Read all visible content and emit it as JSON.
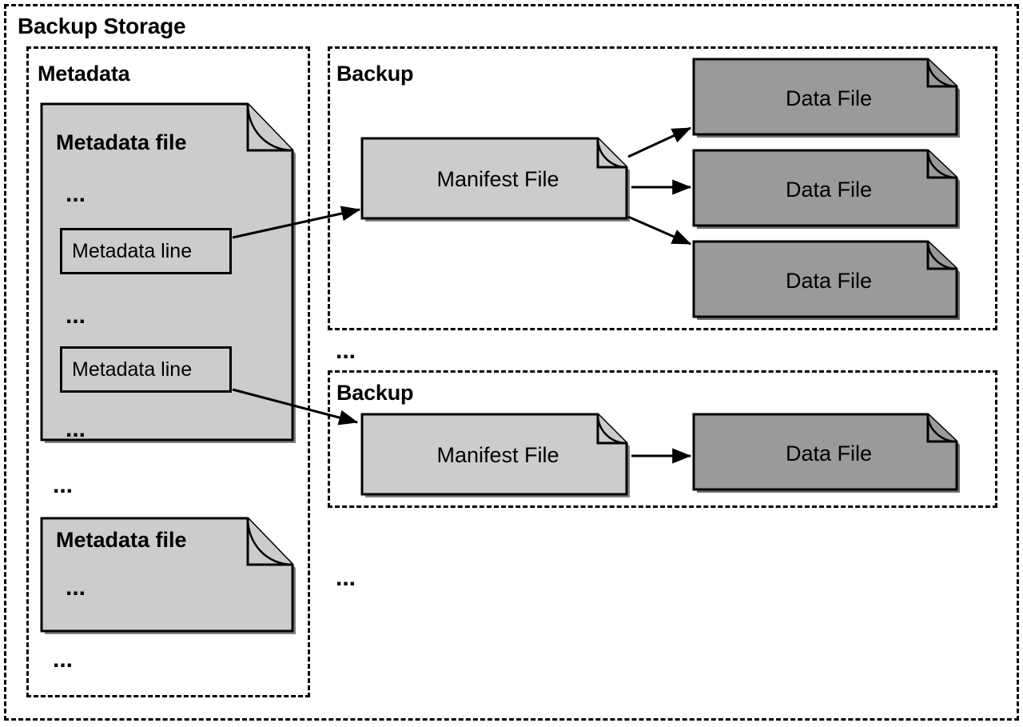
{
  "diagram": {
    "title": "Backup Storage",
    "ellipsis": "..."
  },
  "metadata_section": {
    "label": "Metadata",
    "files": [
      {
        "title": "Metadata file",
        "top_ellipsis": "...",
        "lines": [
          {
            "label": "Metadata line"
          },
          {
            "label": "Metadata line"
          }
        ],
        "mid_ellipsis": "...",
        "bottom_ellipsis": "..."
      },
      {
        "title": "Metadata file",
        "body_ellipsis": "..."
      }
    ],
    "between_files_ellipsis": "...",
    "after_files_ellipsis": "..."
  },
  "backups": [
    {
      "label": "Backup",
      "manifest": {
        "label": "Manifest File"
      },
      "data_files": [
        {
          "label": "Data File"
        },
        {
          "label": "Data File"
        },
        {
          "label": "Data File"
        }
      ]
    },
    {
      "label": "Backup",
      "manifest": {
        "label": "Manifest File"
      },
      "data_files": [
        {
          "label": "Data File"
        }
      ]
    }
  ],
  "backup_gap_ellipsis": "...",
  "after_backups_ellipsis": "...",
  "colors": {
    "background": "#ffffff",
    "stroke": "#000000",
    "manifest_fill": "#cccccc",
    "metadata_fill": "#cccccc",
    "data_file_fill": "#9a9a9a",
    "shadow": "#808080"
  }
}
